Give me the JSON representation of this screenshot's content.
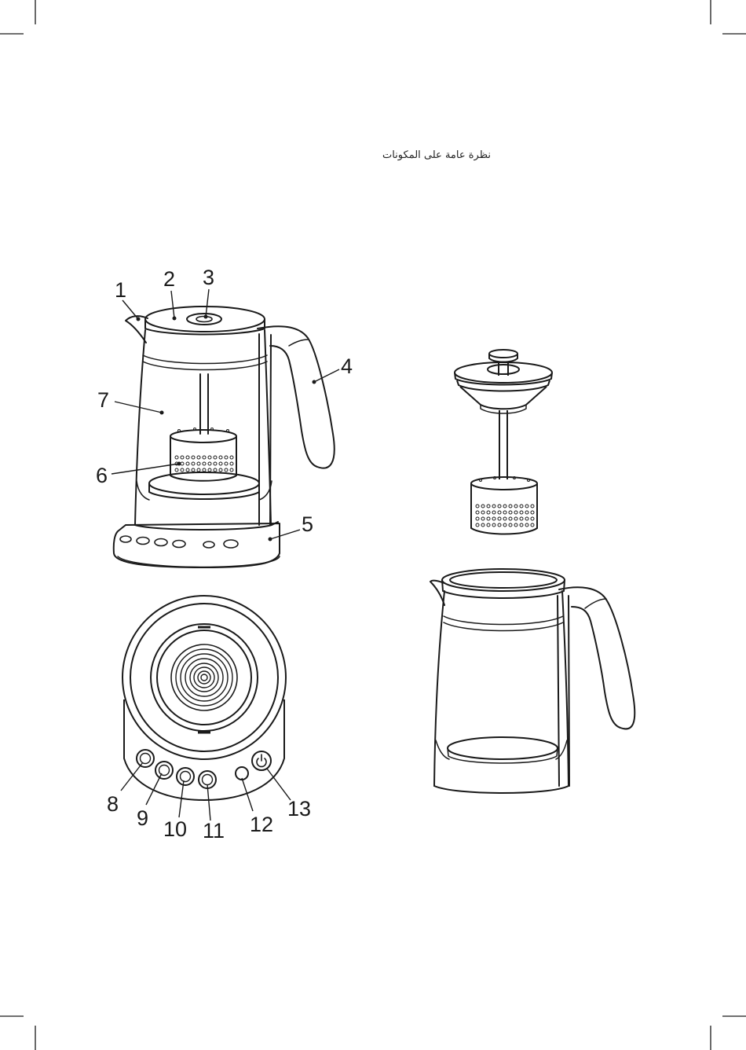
{
  "page": {
    "title": "نظرة عامة على المكونات"
  },
  "callouts": [
    {
      "id": "1",
      "label": "1"
    },
    {
      "id": "2",
      "label": "2"
    },
    {
      "id": "3",
      "label": "3"
    },
    {
      "id": "4",
      "label": "4"
    },
    {
      "id": "5",
      "label": "5"
    },
    {
      "id": "6",
      "label": "6"
    },
    {
      "id": "7",
      "label": "7"
    },
    {
      "id": "8",
      "label": "8"
    },
    {
      "id": "9",
      "label": "9"
    },
    {
      "id": "10",
      "label": "10"
    },
    {
      "id": "11",
      "label": "11"
    },
    {
      "id": "12",
      "label": "12"
    },
    {
      "id": "13",
      "label": "13"
    }
  ],
  "icons": {
    "power": "power-icon"
  },
  "colors": {
    "line": "#1a1a1a",
    "background": "#ffffff"
  }
}
